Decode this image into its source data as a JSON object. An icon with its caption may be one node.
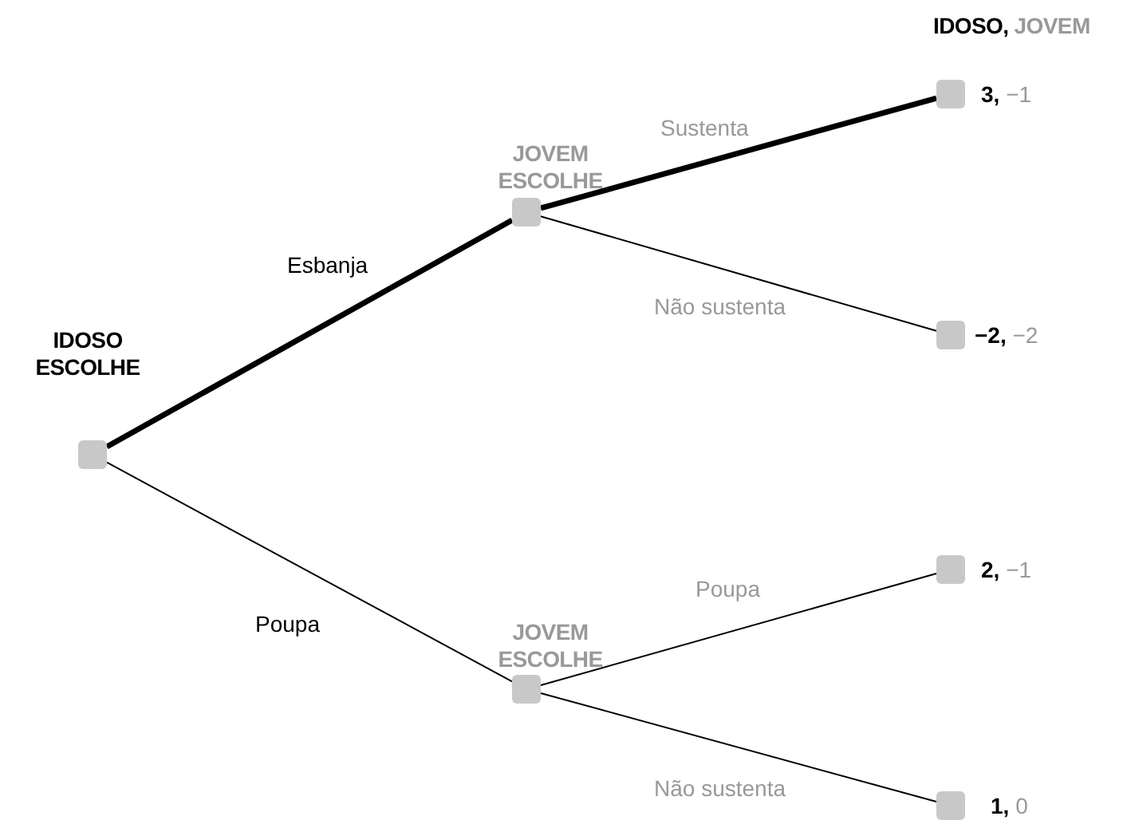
{
  "diagram": {
    "nodes": [
      {
        "text": [
          "IDOSO ESCOLHE"
        ]
      },
      {
        "text": [
          "JOVEM ESCOLHE"
        ]
      },
      {
        "text": [
          "JOVEM ESCOLHE"
        ]
      },
      {
        "text": [],
        "shape": "box",
        "beside": [
          "**3,** −1"
        ]
      },
      {
        "text": [],
        "shape": "box",
        "beside": [
          "**−2,** −2"
        ]
      },
      {
        "text": [],
        "shape": "box",
        "beside": [
          "**2,** −1"
        ]
      },
      {
        "text": [],
        "shape": "box",
        "beside": [
          "**1,** 0"
        ]
      }
    ],
    "edges": [
      {
        "from": 0,
        "to": 1,
        "arrow": "none",
        "label": "Esbanja",
        "style": "thick"
      },
      {
        "from": 0,
        "to": 2,
        "arrow": "none",
        "label": "Poupa"
      },
      {
        "from": 1,
        "to": 3,
        "arrow": "none",
        "label": "Sustenta",
        "style": "thick"
      },
      {
        "from": 1,
        "to": 4,
        "arrow": "none",
        "label": "Não sustenta"
      },
      {
        "from": 2,
        "to": 5,
        "arrow": "none",
        "label": "Poupa"
      },
      {
        "from": 2,
        "to": 6,
        "arrow": "none",
        "label": "Não sustenta"
      }
    ],
    "labels": [
      "**IDOSO,** JOVEM"
    ]
  }
}
